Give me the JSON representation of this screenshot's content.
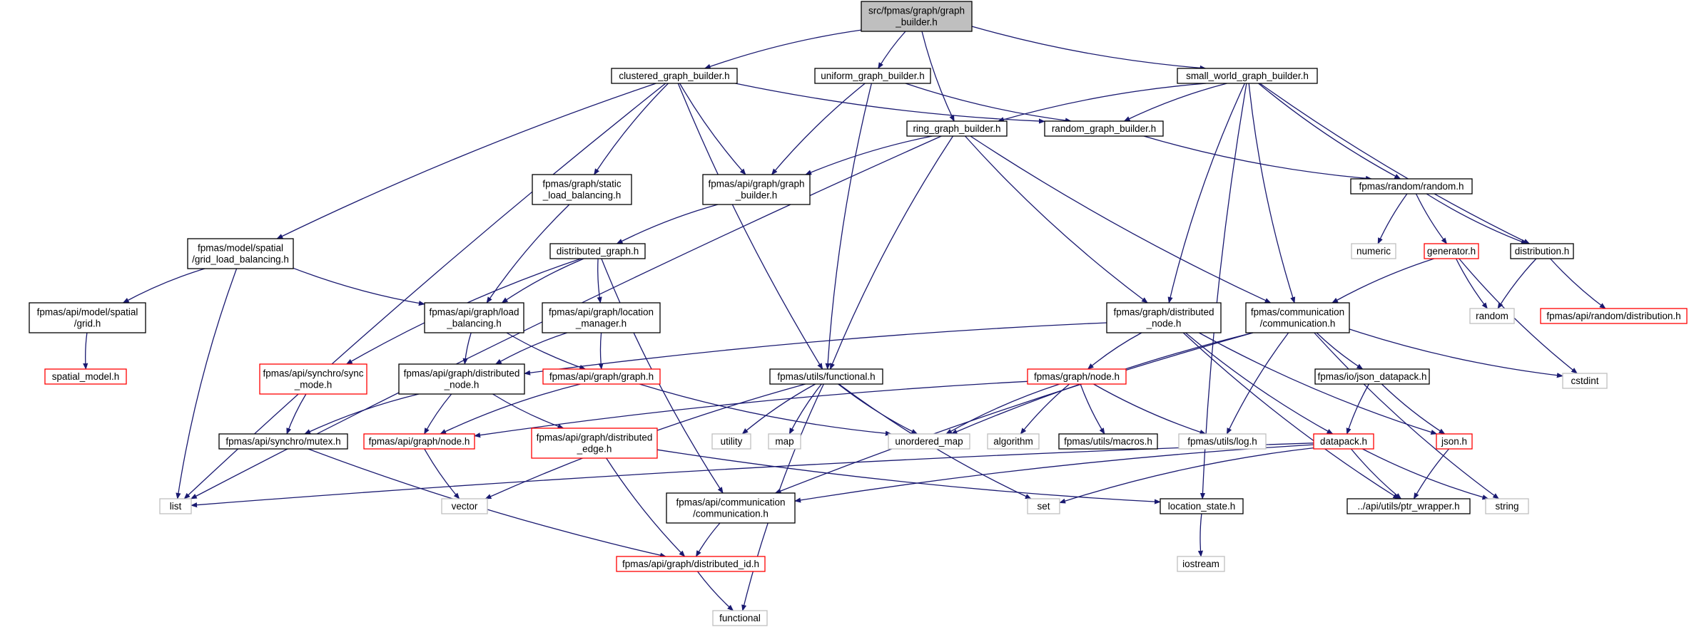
{
  "diagram": {
    "type": "include-dependency-graph",
    "colors": {
      "edge": "#191970",
      "root_fill": "#bfbfbf",
      "red_border": "#ff0000",
      "grey_border": "#bfbfbf",
      "normal_border": "#000000"
    },
    "nodes": [
      {
        "id": "root",
        "lines": [
          "src/fpmas/graph/graph",
          "_builder.h"
        ],
        "style": "root"
      },
      {
        "id": "clustered",
        "lines": [
          "clustered_graph_builder.h"
        ],
        "style": "normal"
      },
      {
        "id": "uniform",
        "lines": [
          "uniform_graph_builder.h"
        ],
        "style": "normal"
      },
      {
        "id": "small_world",
        "lines": [
          "small_world_graph_builder.h"
        ],
        "style": "normal"
      },
      {
        "id": "ring",
        "lines": [
          "ring_graph_builder.h"
        ],
        "style": "normal"
      },
      {
        "id": "random_gb",
        "lines": [
          "random_graph_builder.h"
        ],
        "style": "normal"
      },
      {
        "id": "static_lb",
        "lines": [
          "fpmas/graph/static",
          "_load_balancing.h"
        ],
        "style": "normal"
      },
      {
        "id": "api_graph_builder",
        "lines": [
          "fpmas/api/graph/graph",
          "_builder.h"
        ],
        "style": "normal"
      },
      {
        "id": "fpmas_random",
        "lines": [
          "fpmas/random/random.h"
        ],
        "style": "normal"
      },
      {
        "id": "grid_lb",
        "lines": [
          "fpmas/model/spatial",
          "/grid_load_balancing.h"
        ],
        "style": "normal"
      },
      {
        "id": "distributed_graph",
        "lines": [
          "distributed_graph.h"
        ],
        "style": "normal"
      },
      {
        "id": "numeric",
        "lines": [
          "numeric"
        ],
        "style": "grey"
      },
      {
        "id": "generator",
        "lines": [
          "generator.h"
        ],
        "style": "red"
      },
      {
        "id": "distribution",
        "lines": [
          "distribution.h"
        ],
        "style": "normal"
      },
      {
        "id": "api_grid",
        "lines": [
          "fpmas/api/model/spatial",
          "/grid.h"
        ],
        "style": "normal"
      },
      {
        "id": "api_lb",
        "lines": [
          "fpmas/api/graph/load",
          "_balancing.h"
        ],
        "style": "normal"
      },
      {
        "id": "api_location_manager",
        "lines": [
          "fpmas/api/graph/location",
          "_manager.h"
        ],
        "style": "normal"
      },
      {
        "id": "graph_distributed_node",
        "lines": [
          "fpmas/graph/distributed",
          "_node.h"
        ],
        "style": "normal"
      },
      {
        "id": "communication",
        "lines": [
          "fpmas/communication",
          "/communication.h"
        ],
        "style": "normal"
      },
      {
        "id": "random",
        "lines": [
          "random"
        ],
        "style": "grey"
      },
      {
        "id": "api_random_distribution",
        "lines": [
          "fpmas/api/random/distribution.h"
        ],
        "style": "red"
      },
      {
        "id": "spatial_model",
        "lines": [
          "spatial_model.h"
        ],
        "style": "red"
      },
      {
        "id": "api_sync_mode",
        "lines": [
          "fpmas/api/synchro/sync",
          "_mode.h"
        ],
        "style": "red"
      },
      {
        "id": "api_distributed_node",
        "lines": [
          "fpmas/api/graph/distributed",
          "_node.h"
        ],
        "style": "normal"
      },
      {
        "id": "api_graph",
        "lines": [
          "fpmas/api/graph/graph.h"
        ],
        "style": "red"
      },
      {
        "id": "functional_h",
        "lines": [
          "fpmas/utils/functional.h"
        ],
        "style": "normal"
      },
      {
        "id": "graph_node",
        "lines": [
          "fpmas/graph/node.h"
        ],
        "style": "red"
      },
      {
        "id": "json_datapack",
        "lines": [
          "fpmas/io/json_datapack.h"
        ],
        "style": "normal"
      },
      {
        "id": "cstdint",
        "lines": [
          "cstdint"
        ],
        "style": "grey"
      },
      {
        "id": "api_mutex",
        "lines": [
          "fpmas/api/synchro/mutex.h"
        ],
        "style": "normal"
      },
      {
        "id": "api_node",
        "lines": [
          "fpmas/api/graph/node.h"
        ],
        "style": "red"
      },
      {
        "id": "api_distributed_edge",
        "lines": [
          "fpmas/api/graph/distributed",
          "_edge.h"
        ],
        "style": "red"
      },
      {
        "id": "utility",
        "lines": [
          "utility"
        ],
        "style": "grey"
      },
      {
        "id": "map",
        "lines": [
          "map"
        ],
        "style": "grey"
      },
      {
        "id": "unordered_map",
        "lines": [
          "unordered_map"
        ],
        "style": "grey"
      },
      {
        "id": "algorithm",
        "lines": [
          "algorithm"
        ],
        "style": "grey"
      },
      {
        "id": "macros",
        "lines": [
          "fpmas/utils/macros.h"
        ],
        "style": "normal"
      },
      {
        "id": "log",
        "lines": [
          "fpmas/utils/log.h"
        ],
        "style": "grey"
      },
      {
        "id": "datapack",
        "lines": [
          "datapack.h"
        ],
        "style": "red"
      },
      {
        "id": "json",
        "lines": [
          "json.h"
        ],
        "style": "red"
      },
      {
        "id": "list",
        "lines": [
          "list"
        ],
        "style": "grey"
      },
      {
        "id": "vector",
        "lines": [
          "vector"
        ],
        "style": "grey"
      },
      {
        "id": "api_communication",
        "lines": [
          "fpmas/api/communication",
          "/communication.h"
        ],
        "style": "normal"
      },
      {
        "id": "set",
        "lines": [
          "set"
        ],
        "style": "grey"
      },
      {
        "id": "location_state",
        "lines": [
          "location_state.h"
        ],
        "style": "normal"
      },
      {
        "id": "ptr_wrapper",
        "lines": [
          "../api/utils/ptr_wrapper.h"
        ],
        "style": "normal"
      },
      {
        "id": "string",
        "lines": [
          "string"
        ],
        "style": "grey"
      },
      {
        "id": "iostream",
        "lines": [
          "iostream"
        ],
        "style": "grey"
      },
      {
        "id": "api_distributed_id",
        "lines": [
          "fpmas/api/graph/distributed_id.h"
        ],
        "style": "red"
      },
      {
        "id": "functional",
        "lines": [
          "functional"
        ],
        "style": "grey"
      }
    ],
    "edges": [
      [
        "root",
        "clustered"
      ],
      [
        "root",
        "uniform"
      ],
      [
        "root",
        "ring"
      ],
      [
        "root",
        "small_world"
      ],
      [
        "clustered",
        "list"
      ],
      [
        "clustered",
        "grid_lb"
      ],
      [
        "clustered",
        "static_lb"
      ],
      [
        "clustered",
        "api_graph_builder"
      ],
      [
        "clustered",
        "functional_h"
      ],
      [
        "clustered",
        "random_gb"
      ],
      [
        "uniform",
        "api_graph_builder"
      ],
      [
        "uniform",
        "functional_h"
      ],
      [
        "uniform",
        "random_gb"
      ],
      [
        "small_world",
        "ring"
      ],
      [
        "small_world",
        "random_gb"
      ],
      [
        "small_world",
        "graph_distributed_node"
      ],
      [
        "small_world",
        "communication"
      ],
      [
        "small_world",
        "fpmas_random"
      ],
      [
        "small_world",
        "distribution"
      ],
      [
        "small_world",
        "location_state"
      ],
      [
        "ring",
        "api_graph_builder"
      ],
      [
        "ring",
        "list"
      ],
      [
        "ring",
        "functional_h"
      ],
      [
        "ring",
        "graph_distributed_node"
      ],
      [
        "ring",
        "communication"
      ],
      [
        "random_gb",
        "fpmas_random"
      ],
      [
        "static_lb",
        "api_lb"
      ],
      [
        "api_graph_builder",
        "distributed_graph"
      ],
      [
        "fpmas_random",
        "numeric"
      ],
      [
        "fpmas_random",
        "generator"
      ],
      [
        "fpmas_random",
        "distribution"
      ],
      [
        "grid_lb",
        "api_grid"
      ],
      [
        "grid_lb",
        "api_lb"
      ],
      [
        "grid_lb",
        "list"
      ],
      [
        "distributed_graph",
        "api_sync_mode"
      ],
      [
        "distributed_graph",
        "api_lb"
      ],
      [
        "distributed_graph",
        "api_location_manager"
      ],
      [
        "distributed_graph",
        "api_communication"
      ],
      [
        "generator",
        "random"
      ],
      [
        "generator",
        "communication"
      ],
      [
        "generator",
        "cstdint"
      ],
      [
        "distribution",
        "random"
      ],
      [
        "distribution",
        "api_random_distribution"
      ],
      [
        "api_grid",
        "spatial_model"
      ],
      [
        "api_lb",
        "api_distributed_node"
      ],
      [
        "api_lb",
        "api_graph"
      ],
      [
        "api_location_manager",
        "api_distributed_node"
      ],
      [
        "api_location_manager",
        "api_graph"
      ],
      [
        "graph_distributed_node",
        "api_distributed_node"
      ],
      [
        "graph_distributed_node",
        "graph_node"
      ],
      [
        "graph_distributed_node",
        "datapack"
      ],
      [
        "graph_distributed_node",
        "ptr_wrapper"
      ],
      [
        "graph_distributed_node",
        "json"
      ],
      [
        "communication",
        "unordered_map"
      ],
      [
        "communication",
        "log"
      ],
      [
        "communication",
        "json_datapack"
      ],
      [
        "communication",
        "api_communication"
      ],
      [
        "communication",
        "cstdint"
      ],
      [
        "communication",
        "string"
      ],
      [
        "api_sync_mode",
        "api_mutex"
      ],
      [
        "api_distributed_node",
        "api_mutex"
      ],
      [
        "api_distributed_node",
        "api_node"
      ],
      [
        "api_distributed_node",
        "api_distributed_edge"
      ],
      [
        "api_graph",
        "api_node"
      ],
      [
        "api_graph",
        "unordered_map"
      ],
      [
        "functional_h",
        "vector"
      ],
      [
        "functional_h",
        "utility"
      ],
      [
        "functional_h",
        "map"
      ],
      [
        "functional_h",
        "unordered_map"
      ],
      [
        "functional_h",
        "set"
      ],
      [
        "functional_h",
        "functional"
      ],
      [
        "graph_node",
        "api_node"
      ],
      [
        "graph_node",
        "unordered_map"
      ],
      [
        "graph_node",
        "algorithm"
      ],
      [
        "graph_node",
        "macros"
      ],
      [
        "graph_node",
        "log"
      ],
      [
        "json_datapack",
        "datapack"
      ],
      [
        "json_datapack",
        "json"
      ],
      [
        "api_mutex",
        "api_distributed_id"
      ],
      [
        "api_node",
        "vector"
      ],
      [
        "api_distributed_edge",
        "api_distributed_id"
      ],
      [
        "api_distributed_edge",
        "location_state"
      ],
      [
        "datapack",
        "list"
      ],
      [
        "datapack",
        "api_communication"
      ],
      [
        "datapack",
        "set"
      ],
      [
        "datapack",
        "ptr_wrapper"
      ],
      [
        "datapack",
        "string"
      ],
      [
        "json",
        "ptr_wrapper"
      ],
      [
        "api_communication",
        "api_distributed_id"
      ],
      [
        "location_state",
        "iostream"
      ],
      [
        "api_distributed_id",
        "functional"
      ]
    ]
  }
}
